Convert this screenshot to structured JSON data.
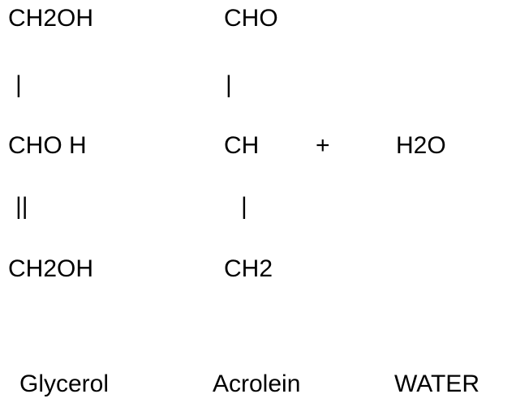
{
  "glycerol": {
    "line1": "CH2OH",
    "line2": "|",
    "line3": "CHO H",
    "line4": "||",
    "line5": "CH2OH"
  },
  "acrolein": {
    "line1": "CHO",
    "line2": "|",
    "line3": "CH",
    "line4": "|",
    "line5": "CH2"
  },
  "plus": "+",
  "water_formula": "H2O",
  "labels": {
    "glycerol": "Glycerol",
    "acrolein": "Acrolein",
    "water": "WATER"
  }
}
